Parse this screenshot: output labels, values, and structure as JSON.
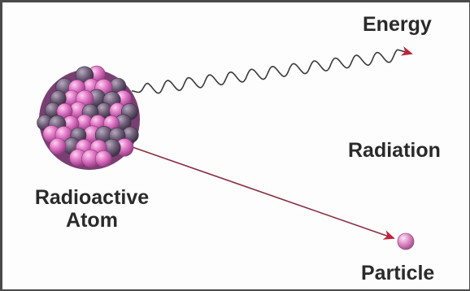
{
  "labels": {
    "energy": "Energy",
    "radiation": "Radiation",
    "atom_line1": "Radioactive",
    "atom_line2": "Atom",
    "particle": "Particle"
  },
  "colors": {
    "atom_pink": "#e072c4",
    "atom_dark": "#6a5a70",
    "arrow": "#c0243a",
    "particle": "#d98cbf",
    "text": "#2a2a2a",
    "border": "#4a4a4a"
  }
}
